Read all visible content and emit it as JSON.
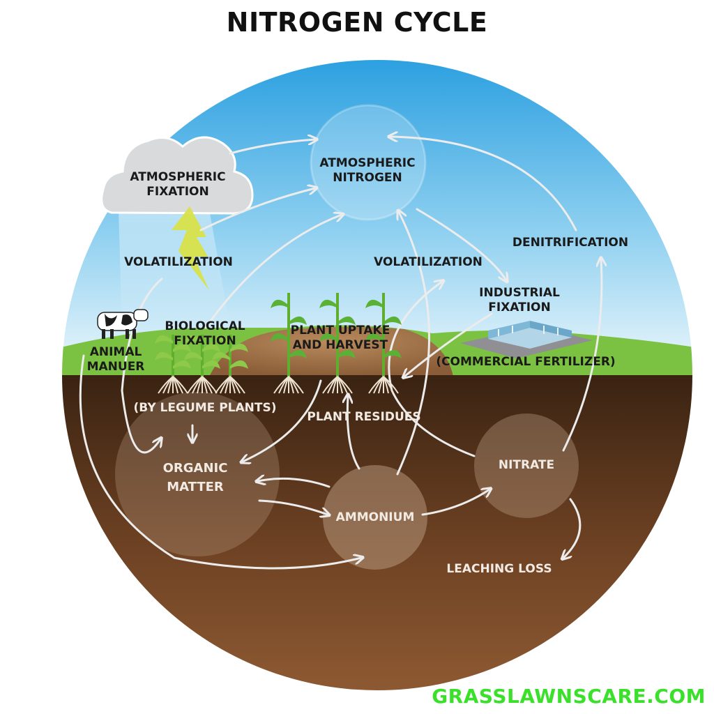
{
  "title": "NITROGEN CYCLE",
  "credit": "GRASSLAWNSCARE.COM",
  "colors": {
    "sky_top": "#2a9fe0",
    "sky_bottom": "#eaf6fc",
    "grass": "#7cc242",
    "soil_top": "#3e2614",
    "soil_bottom": "#8a5530",
    "credit": "#3ae02a",
    "arrow": "#e6e6e6"
  },
  "labels": {
    "atmospheric_fixation": [
      "ATMOSPHERIC",
      "FIXATION"
    ],
    "atmospheric_nitrogen": [
      "ATMOSPHERIC",
      "NITROGEN"
    ],
    "volatilization_left": "VOLATILIZATION",
    "volatilization_right": "VOLATILIZATION",
    "denitrification": "DENITRIFICATION",
    "industrial_fixation": [
      "INDUSTRIAL",
      "FIXATION"
    ],
    "commercial_fertilizer": "(COMMERCIAL FERTILIZER)",
    "animal_manuer": [
      "ANIMAL",
      "MANUER"
    ],
    "biological_fixation": [
      "BIOLOGICAL",
      "FIXATION"
    ],
    "plant_uptake": [
      "PLANT UPTAKE",
      "AND HARVEST"
    ],
    "legume_plants": "(BY LEGUME PLANTS)",
    "plant_residues": "PLANT RESIDUES",
    "organic_matter": [
      "ORGANIC",
      "MATTER"
    ],
    "ammonium": "AMMONIUM",
    "nitrate": "NITRATE",
    "leaching_loss": "LEACHING LOSS"
  },
  "icons": [
    "cloud-icon",
    "lightning-icon",
    "cow-icon",
    "corn-plant-icon",
    "legume-plant-icon",
    "factory-icon"
  ]
}
